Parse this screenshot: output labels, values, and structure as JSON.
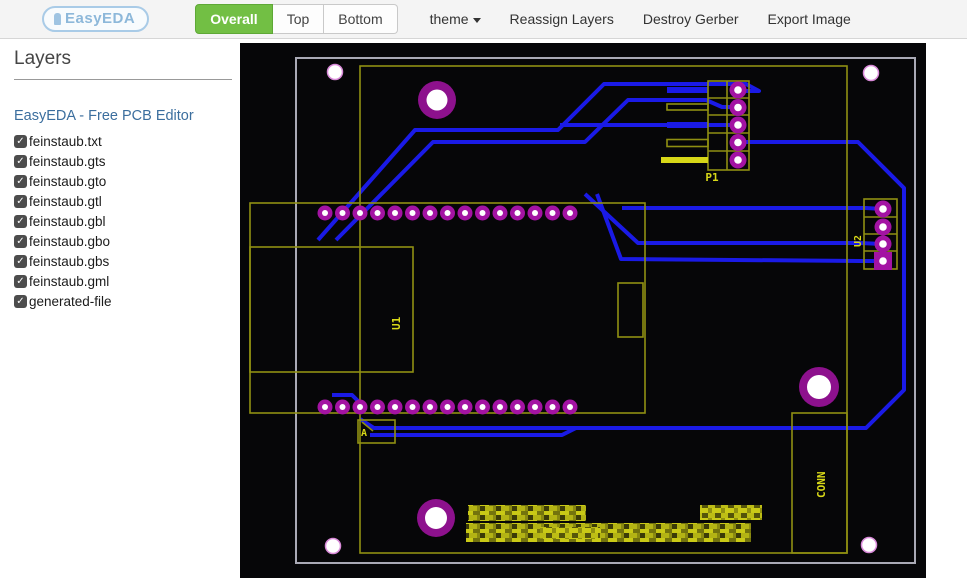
{
  "toolbar": {
    "logo": "EasyEDA",
    "views": [
      {
        "label": "Overall",
        "active": true
      },
      {
        "label": "Top",
        "active": false
      },
      {
        "label": "Bottom",
        "active": false
      }
    ],
    "theme_label": "theme",
    "menu": [
      "Reassign Layers",
      "Destroy Gerber",
      "Export Image"
    ]
  },
  "sidebar": {
    "title": "Layers",
    "link": "EasyEDA - Free PCB Editor",
    "layers": [
      {
        "label": "feinstaub.txt",
        "checked": true
      },
      {
        "label": "feinstaub.gts",
        "checked": true
      },
      {
        "label": "feinstaub.gto",
        "checked": true
      },
      {
        "label": "feinstaub.gtl",
        "checked": true
      },
      {
        "label": "feinstaub.gbl",
        "checked": true
      },
      {
        "label": "feinstaub.gbo",
        "checked": true
      },
      {
        "label": "feinstaub.gbs",
        "checked": true
      },
      {
        "label": "feinstaub.gml",
        "checked": true
      },
      {
        "label": "generated-file",
        "checked": true
      }
    ],
    "check_glyph": "✓"
  },
  "pcb": {
    "labels": {
      "u1": "U1",
      "u2": "U2",
      "p1": "P1",
      "conn": "CONN",
      "a": "A"
    },
    "colors": {
      "trace": "#1a1ae6",
      "silkscreen": "#8f8f12",
      "label_yellow": "#d8d818",
      "pad_ring": "#a313a3",
      "hole_ring": "#8d118d",
      "board_outline": "#a9a9b5",
      "background": "#060608"
    }
  }
}
